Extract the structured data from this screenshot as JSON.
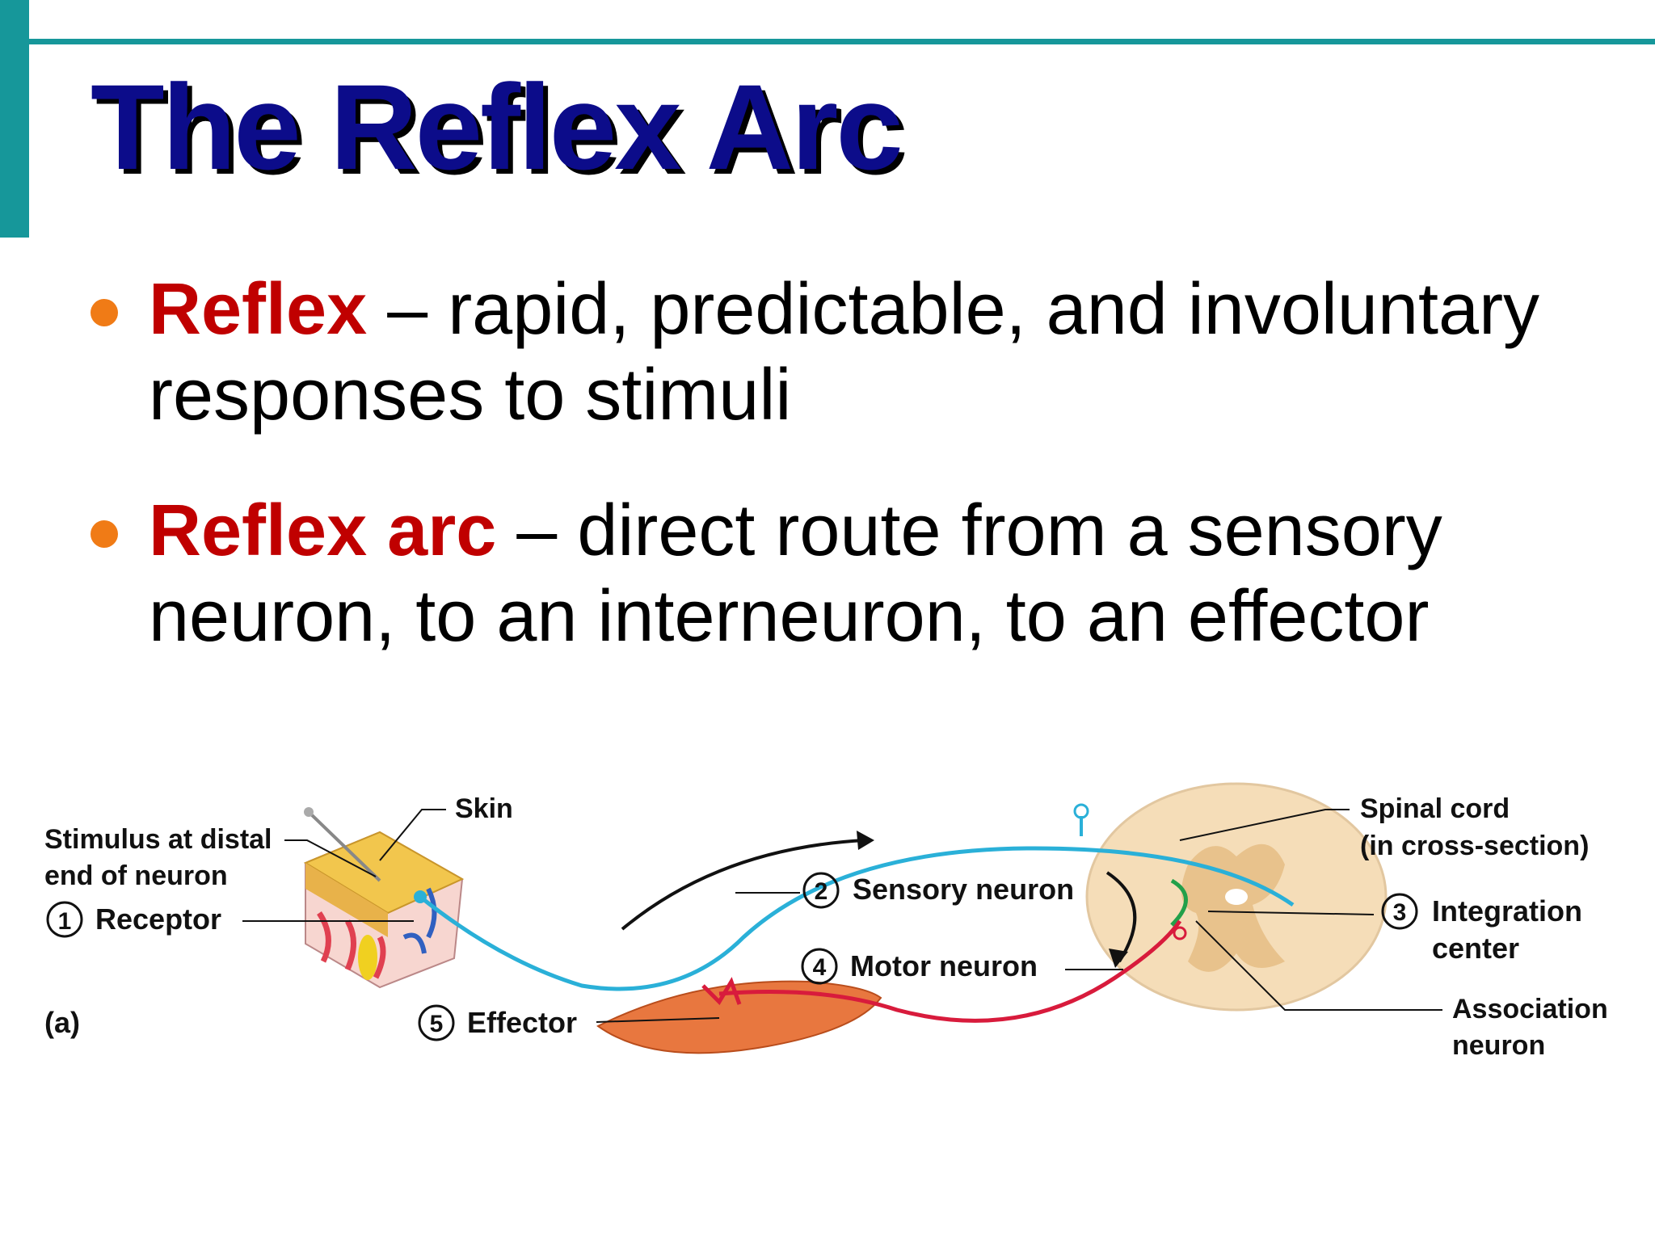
{
  "slide": {
    "title": "The Reflex Arc",
    "accent_color": "#16979a",
    "title_color": "#0c0c8a",
    "term_color": "#c00000",
    "bullet_color": "#f07b16"
  },
  "bullets": [
    {
      "term": "Reflex",
      "rest": " – rapid, predictable, and involuntary responses to stimuli"
    },
    {
      "term": "Reflex arc",
      "rest": " – direct route from a sensory neuron, to an interneuron, to an effector"
    }
  ],
  "figure": {
    "panel_label": "(a)",
    "labels": {
      "skin": "Skin",
      "stimulus_line1": "Stimulus at distal",
      "stimulus_line2": "end of neuron",
      "receptor_num": "1",
      "receptor": "Receptor",
      "sensory_num": "2",
      "sensory": "Sensory neuron",
      "integration_num": "3",
      "integration_line1": "Integration",
      "integration_line2": "center",
      "motor_num": "4",
      "motor": "Motor neuron",
      "effector_num": "5",
      "effector": "Effector",
      "spinal_line1": "Spinal cord",
      "spinal_line2": "(in cross-section)",
      "association_line1": "Association",
      "association_line2": "neuron"
    },
    "colors": {
      "sensory_neuron": "#2ab0d8",
      "motor_neuron": "#d81b3c",
      "association_neuron": "#22a04a",
      "muscle": "#e8773f",
      "skin": "#f2c64d",
      "spinal_cord": "#f5ddb8"
    }
  }
}
